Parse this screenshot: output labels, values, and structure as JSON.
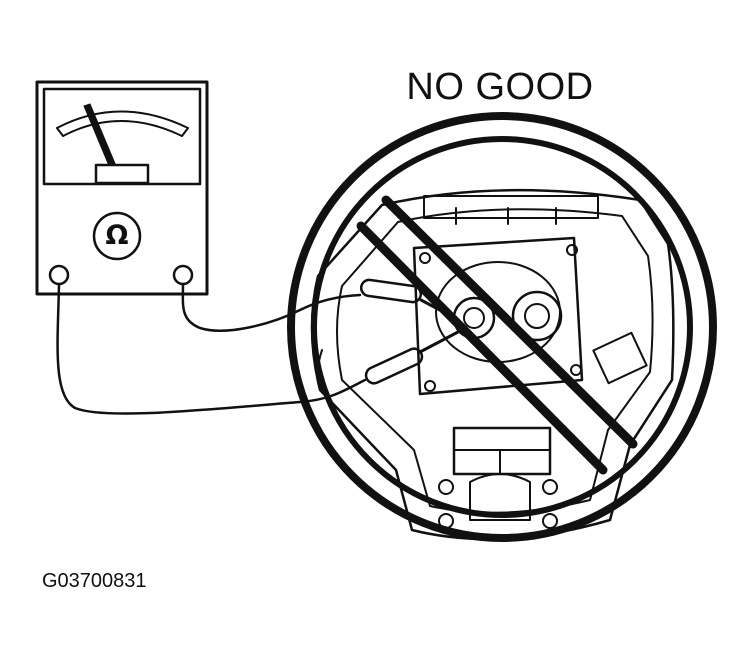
{
  "title": "NO GOOD",
  "figure_code": "G03700831",
  "meter": {
    "unit_symbol": "Ω",
    "icon": "ohmmeter-icon"
  },
  "status": {
    "icon": "prohibited-icon",
    "meaning": "NO GOOD"
  },
  "colors": {
    "ink": "#111111",
    "background": "#ffffff"
  }
}
